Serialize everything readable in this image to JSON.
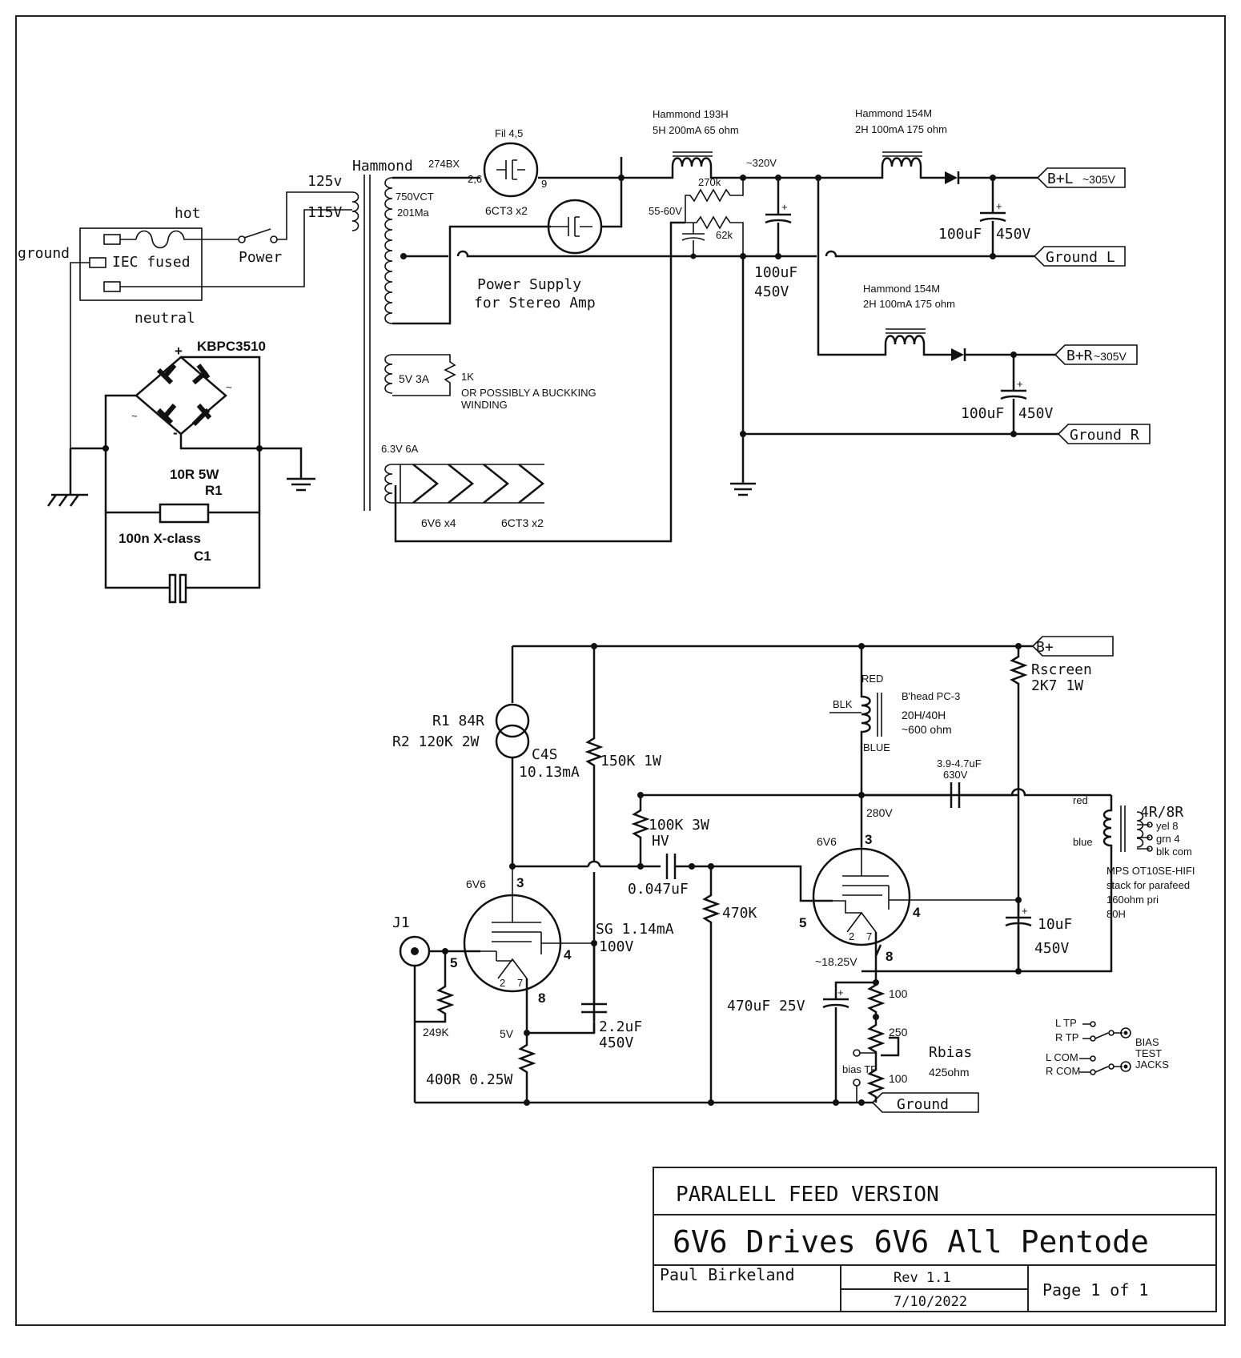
{
  "title_block": {
    "version_label": "PARALELL FEED VERSION",
    "title": "6V6 Drives 6V6 All Pentode",
    "author": "Paul Birkeland",
    "rev": "Rev 1.1",
    "date": "7/10/2022",
    "page": "Page 1 of 1"
  },
  "power_supply": {
    "caption_line1": "Power Supply",
    "caption_line2": "for Stereo Amp",
    "ground": "ground",
    "hot": "hot",
    "neutral": "neutral",
    "iec": "IEC fused",
    "power_switch": "Power",
    "tap_125": "125v",
    "tap_115": "115V",
    "transformer": "Hammond",
    "transformer_model": "274BX",
    "hv_winding": "750VCT",
    "hv_current": "201Ma",
    "winding_5v": "5V 3A",
    "r_1k": "1K",
    "bucking_note_1": "OR POSSIBLY A BUCKKING",
    "bucking_note_2": "WINDING",
    "winding_63": "6.3V 6A",
    "heater_6v6": "6V6 x4",
    "heater_6ct3": "6CT3 x2",
    "rect_tube": "6CT3 x2",
    "fil_pins": "Fil 4,5",
    "pin_26": "2,6",
    "pin_9": "9",
    "choke1": "Hammond 193H",
    "choke1_spec": "5H 200mA 65 ohm",
    "v_320": "~320V",
    "r_270k": "270k",
    "r_62k": "62k",
    "v_5560": "55-60V",
    "cap_main_v": "100uF",
    "cap_main_r": "450V",
    "choke2": "Hammond 154M",
    "choke2_spec": "2H 100mA 175 ohm",
    "choke3": "Hammond 154M",
    "choke3_spec": "2H 100mA 175 ohm",
    "cap_l_v": "100uF",
    "cap_l_r": "450V",
    "cap_r_v": "100uF",
    "cap_r_r": "450V",
    "out_bl": "B+L",
    "out_bl_v": "~305V",
    "out_gl": "Ground L",
    "out_br": "B+R",
    "out_br_v": "~305V",
    "out_gr": "Ground R",
    "bridge": "KBPC3510",
    "bridge_plus": "+",
    "bridge_minus": "-",
    "r1_value": "10R 5W",
    "r1_name": "R1",
    "c1_value": "100n X-class",
    "c1_name": "C1"
  },
  "amplifier": {
    "bplus": "B+",
    "rscreen": "Rscreen",
    "rscreen_value": "2K7 1W",
    "ccs_r1": "R1 84R",
    "ccs_r2": "R2 120K 2W",
    "ccs_name": "C4S",
    "ccs_current": "10.13mA",
    "r_150k": "150K 1W",
    "r_100k": "100K 3W",
    "r_100k_hv": "HV",
    "c_coupling": "0.047uF",
    "r_470k": "470K",
    "driver_tube": "6V6",
    "driver_pin3": "3",
    "driver_pin4": "4",
    "driver_pin5": "5",
    "driver_pin8": "8",
    "driver_pin2": "2",
    "driver_pin7": "7",
    "sg": "SG 1.14mA",
    "sg_v": "100V",
    "c_sg": "2.2uF",
    "c_sg_v": "450V",
    "v_5": "5V",
    "r_cathode": "400R 0.25W",
    "j1": "J1",
    "r_249k": "249K",
    "output_tube": "6V6",
    "out_pin3": "3",
    "out_pin4": "4",
    "out_pin5": "5",
    "out_pin8": "8",
    "out_pin2": "2",
    "out_pin7": "7",
    "v_280": "280V",
    "v_1825": "~18.25V",
    "choke_red": "RED",
    "choke_blk": "BLK",
    "choke_blue": "BLUE",
    "choke_name": "B'head PC-3",
    "choke_l": "20H/40H",
    "choke_r": "~600 ohm",
    "c_feed": "3.9-4.7uF",
    "c_feed_v": "630V",
    "ot_red": "red",
    "ot_blue": "blue",
    "ot_imp": "4R/8R",
    "ot_yel": "yel 8",
    "ot_grn": "grn 4",
    "ot_blk": "blk com",
    "ot_name": "MPS OT10SE-HIFI",
    "ot_note1": "stack for parafeed",
    "ot_note2": "160ohm pri",
    "ot_note3": "80H",
    "c_10": "10uF",
    "c_10_v": "450V",
    "c_470": "470uF 25V",
    "r_100a": "100",
    "r_250": "250",
    "r_100b": "100",
    "rbias": "Rbias",
    "rbias_v": "425ohm",
    "bias_tp": "bias TP",
    "ground": "Ground",
    "l_tp": "L TP",
    "r_tp": "R TP",
    "l_com": "L COM",
    "r_com": "R COM",
    "bias_label1": "BIAS",
    "bias_label2": "TEST",
    "bias_label3": "JACKS"
  }
}
